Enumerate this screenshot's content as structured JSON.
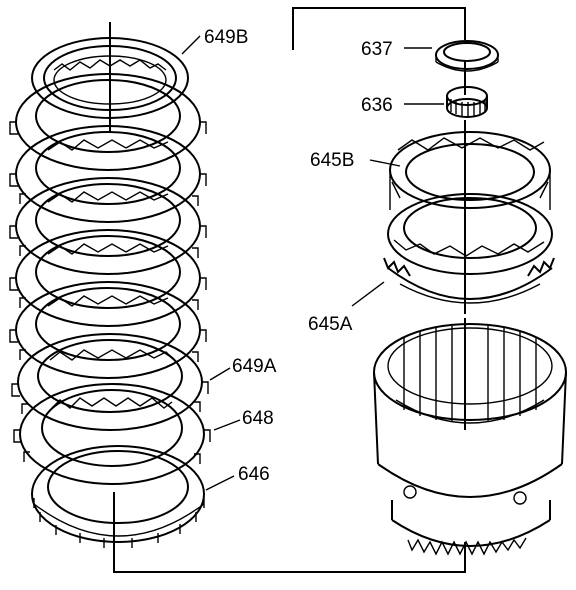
{
  "labels": {
    "l649B": "649B",
    "l637": "637",
    "l636": "636",
    "l645B": "645B",
    "l645A": "645A",
    "l649A": "649A",
    "l648": "648",
    "l646": "646"
  },
  "colors": {
    "ink": "#000000",
    "paper": "#ffffff"
  }
}
